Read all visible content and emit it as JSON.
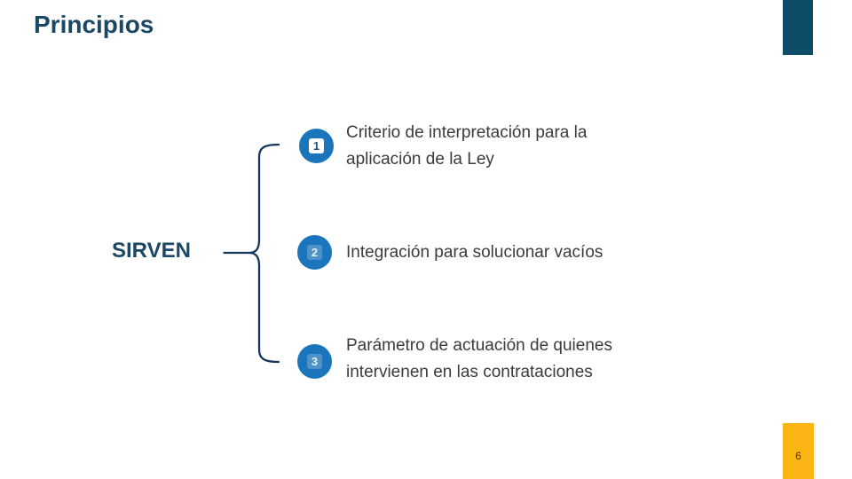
{
  "slide": {
    "title": "Principios",
    "label": "SIRVEN",
    "page_number": "6",
    "items": [
      {
        "number": "1",
        "text": "Criterio de interpretación para la\naplicación de la Ley"
      },
      {
        "number": "2",
        "text": "Integración para solucionar vacíos"
      },
      {
        "number": "3",
        "text": "Parámetro de actuación de quienes\nintervienen en las contrataciones"
      }
    ],
    "colors": {
      "title_text": "#1B4965",
      "accent_rect": "#0E4D68",
      "badge_circle": "#1B75BC",
      "brace_stroke": "#16375A",
      "body_text": "#3B3B3B",
      "page_tab": "#FBB515",
      "page_number_text": "#4E3413"
    }
  }
}
